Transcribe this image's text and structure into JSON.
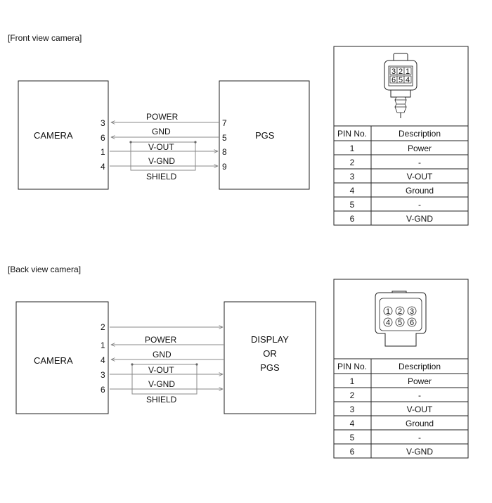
{
  "sections": [
    {
      "title": "[Front view camera]",
      "left_box": "CAMERA",
      "right_box": [
        "PGS"
      ],
      "left_pins": [
        "3",
        "6",
        "1",
        "4"
      ],
      "right_pins": [
        "7",
        "5",
        "8",
        "9"
      ],
      "signals": [
        "POWER",
        "GND",
        "V-OUT",
        "V-GND",
        "SHIELD"
      ],
      "connector_pins": [
        "3",
        "2",
        "1",
        "6",
        "5",
        "4"
      ],
      "table": {
        "headers": [
          "PIN No.",
          "Description"
        ],
        "rows": [
          [
            "1",
            "Power"
          ],
          [
            "2",
            "-"
          ],
          [
            "3",
            "V-OUT"
          ],
          [
            "4",
            "Ground"
          ],
          [
            "5",
            "-"
          ],
          [
            "6",
            "V-GND"
          ]
        ]
      }
    },
    {
      "title": "[Back view camera]",
      "left_box": "CAMERA",
      "right_box": [
        "DISPLAY",
        "OR",
        "PGS"
      ],
      "left_pins": [
        "2",
        "1",
        "4",
        "3",
        "6"
      ],
      "signals": [
        "POWER",
        "GND",
        "V-OUT",
        "V-GND",
        "SHIELD"
      ],
      "connector_pins": [
        "1",
        "2",
        "3",
        "4",
        "5",
        "6"
      ],
      "table": {
        "headers": [
          "PIN No.",
          "Description"
        ],
        "rows": [
          [
            "1",
            "Power"
          ],
          [
            "2",
            "-"
          ],
          [
            "3",
            "V-OUT"
          ],
          [
            "4",
            "Ground"
          ],
          [
            "5",
            "-"
          ],
          [
            "6",
            "V-GND"
          ]
        ]
      }
    }
  ]
}
